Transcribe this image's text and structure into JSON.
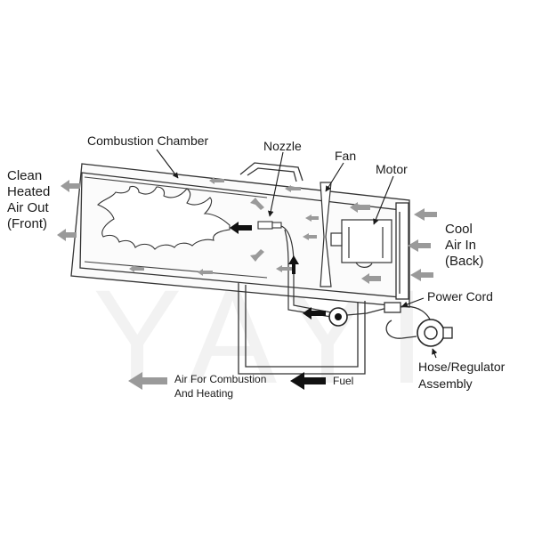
{
  "watermark": "YAYI",
  "labels": {
    "combustion_chamber": "Combustion Chamber",
    "nozzle": "Nozzle",
    "fan": "Fan",
    "motor": "Motor",
    "clean_heated_line1": "Clean",
    "clean_heated_line2": "Heated",
    "clean_heated_line3": "Air Out",
    "clean_heated_line4": "(Front)",
    "cool_air_line1": "Cool",
    "cool_air_line2": "Air In",
    "cool_air_line3": "(Back)",
    "power_cord": "Power Cord",
    "hose_regulator_line1": "Hose/Regulator",
    "hose_regulator_line2": "Assembly"
  },
  "legend": {
    "air_line1": "Air For Combustion",
    "air_line2": "And Heating",
    "fuel": "Fuel",
    "air_color": "#9a9a9a",
    "fuel_color": "#111111"
  }
}
